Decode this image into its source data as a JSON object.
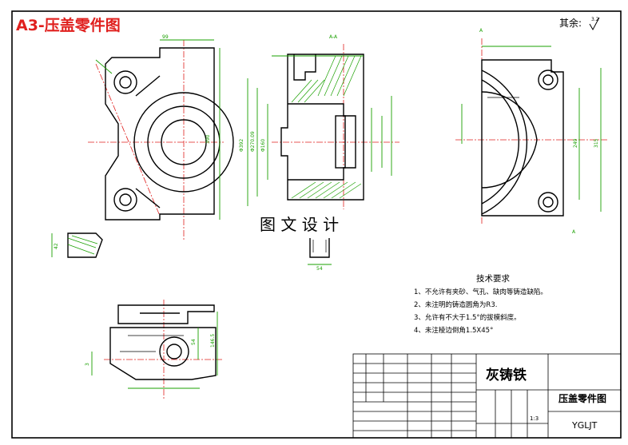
{
  "drawing": {
    "title": "A3-压盖零件图",
    "roughness_label": "其余:",
    "roughness_value": "3.2",
    "section_label": "A-A",
    "watermark": "图 文 设 计",
    "section_marker_a": "A"
  },
  "tech_requirements": {
    "heading": "技术要求",
    "items": [
      "1、不允许有夹砂、气孔、缺肉等铸造缺陷。",
      "2、未注明的铸造圆角为R3.",
      "3、允许有不大于1.5°的拔模斜度。",
      "4、未注棱边倒角1.5X45°"
    ]
  },
  "title_block": {
    "material": "灰铸铁",
    "part_name": "压盖零件图",
    "drawing_code": "YGLJT",
    "scale": "1:3"
  },
  "dimensions": {
    "d1": "Φ392",
    "d2": "Φ270.09",
    "d3": "Φ160",
    "d4": "249",
    "d5": "315",
    "d6": "390",
    "d7": "146.5",
    "d8": "54",
    "d9": "3",
    "d10": "42",
    "d11": "99"
  },
  "colors": {
    "title": "#e0201e",
    "dimension": "#1aa000",
    "centerline": "#e0201e",
    "outline": "#000000"
  }
}
